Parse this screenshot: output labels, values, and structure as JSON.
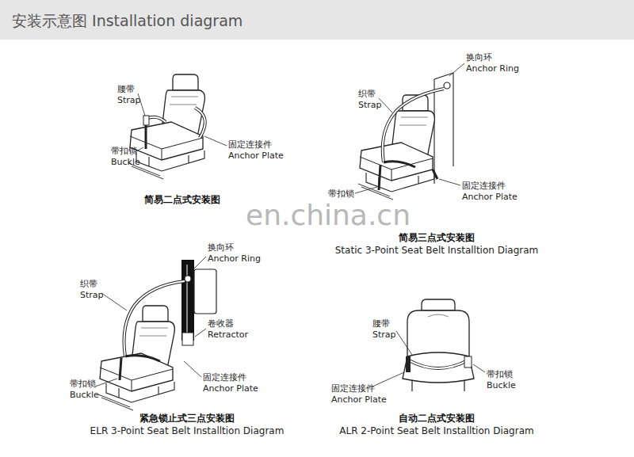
{
  "diagram": {
    "title": "安装示意图 Installation diagram",
    "labels": [
      "腰带",
      "Strap",
      "带扣锁",
      "Buckle",
      "固定连接件",
      "Anchor Plate",
      "简易二点式安装图",
      "en.china.cn",
      "换向环",
      "Anchor Ring",
      "织带",
      "Strap",
      "带扣锁",
      "固定连接件",
      "Anchor Plate",
      "简易三点式安装图",
      "Static 3-Point Seat Belt Installtion Diagram",
      "换向环",
      "Anchor Ring",
      "织带",
      "Strap",
      "卷收器",
      "Retractor",
      "带扣锁",
      "Buckle",
      "固定连接件",
      "Anchor Plate",
      "紧急锁止式三点安装图",
      "ELR 3-Point Seat Belt Installtion Diagram",
      "腰带",
      "Strap",
      "带扣锁",
      "Buckle",
      "固定连接件",
      "Anchor Plate",
      "自动二点式安装图",
      "ALR 2-Point Seat Belt Installtion Diagram"
    ]
  }
}
